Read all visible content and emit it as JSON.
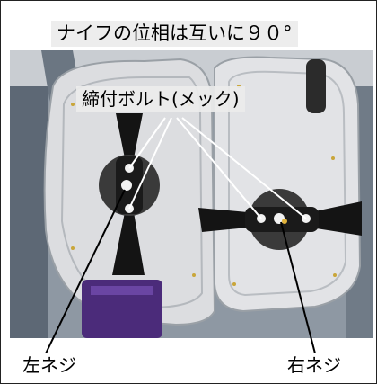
{
  "labels": {
    "title": "ナイフの位相は互いに９０°",
    "bolt": "締付ボルト(メック)",
    "left_thread": "左ネジ",
    "right_thread": "右ネジ"
  },
  "colors": {
    "housing": "#dcdde0",
    "background": "#7f8a96",
    "blade": "#141414",
    "bolt": "#f2f2f2",
    "motor": "#4b2b7a",
    "callout_line": "#000000",
    "callout_line_white": "#ffffff"
  }
}
